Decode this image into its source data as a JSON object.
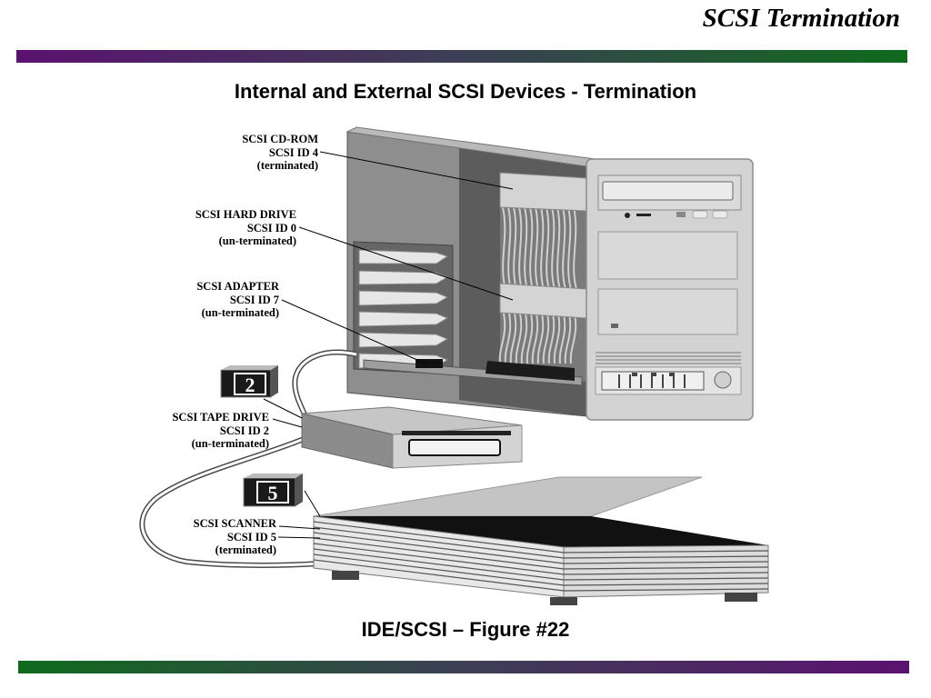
{
  "slide": {
    "title": "SCSI Termination",
    "heading": "Internal and External SCSI Devices - Termination",
    "caption": "IDE/SCSI – Figure #22"
  },
  "callouts": {
    "cdrom": {
      "name": "SCSI CD-ROM",
      "id": "SCSI ID 4",
      "state": "(terminated)"
    },
    "harddrive": {
      "name": "SCSI HARD DRIVE",
      "id": "SCSI ID 0",
      "state": "(un-terminated)"
    },
    "adapter": {
      "name": "SCSI ADAPTER",
      "id": "SCSI ID 7",
      "state": "(un-terminated)"
    },
    "tape": {
      "name": "SCSI TAPE DRIVE",
      "id": "SCSI ID 2",
      "state": "(un-terminated)"
    },
    "scanner": {
      "name": "SCSI SCANNER",
      "id": "SCSI ID 5",
      "state": "(terminated)"
    }
  },
  "badges": {
    "tape": "2",
    "scanner": "5"
  },
  "colors": {
    "band_purple": "#5b1270",
    "band_green": "#0f6a1c",
    "case_dark": "#5a5a5a",
    "case_mid": "#9a9a9a",
    "case_light": "#c8c8c8"
  }
}
